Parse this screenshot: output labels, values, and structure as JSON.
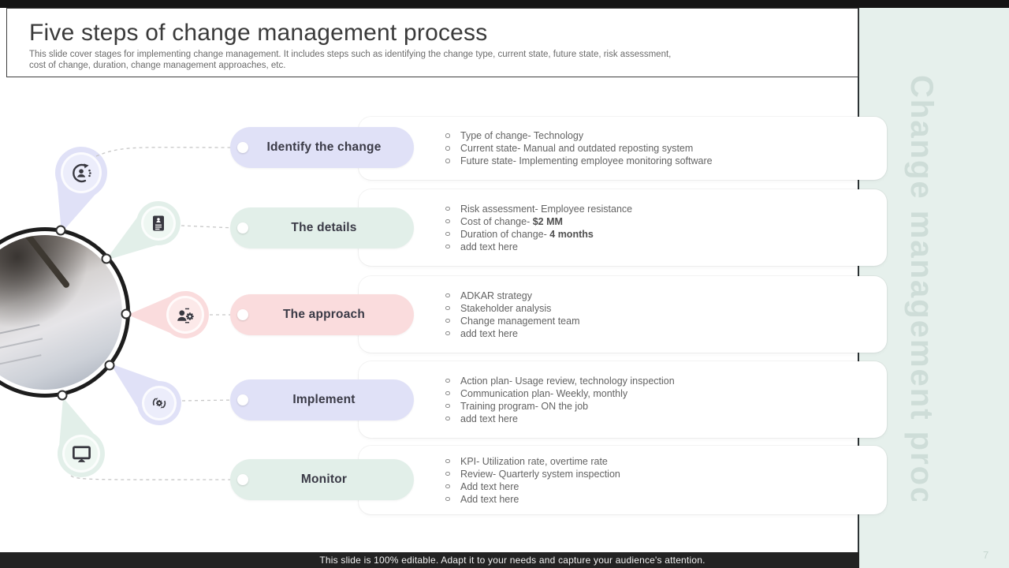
{
  "header": {
    "title": "Five steps of change management process",
    "subtitle": "This slide cover stages for implementing change management. It includes steps such as identifying the change type, current state, future state, risk assessment,\ncost of change, duration, change management approaches, etc."
  },
  "steps": [
    {
      "label": "Identify the change",
      "icon": "user-cycle-icon",
      "theme": "lavender",
      "bullets": [
        {
          "text": "Type of change- Technology"
        },
        {
          "text": "Current state- Manual and outdated reposting system"
        },
        {
          "text": "Future state- Implementing employee monitoring software"
        }
      ]
    },
    {
      "label": "The details",
      "icon": "clipboard-list-icon",
      "theme": "mint",
      "bullets": [
        {
          "text": "Risk assessment- Employee resistance"
        },
        {
          "text": "Cost of change- ",
          "bold": "$2 MM"
        },
        {
          "text": "Duration of change-   ",
          "bold": "4 months"
        },
        {
          "text": "add text here"
        }
      ]
    },
    {
      "label": "The approach",
      "icon": "person-gear-icon",
      "theme": "pink",
      "bullets": [
        {
          "text": "ADKAR strategy"
        },
        {
          "text": "Stakeholder analysis"
        },
        {
          "text": "Change management team"
        },
        {
          "text": "add text here"
        }
      ]
    },
    {
      "label": "Implement",
      "icon": "gear-sync-icon",
      "theme": "lavender",
      "bullets": [
        {
          "text": "Action plan- Usage review, technology inspection"
        },
        {
          "text": "Communication plan- Weekly, monthly"
        },
        {
          "text": "Training program- ON the job"
        },
        {
          "text": "add text here"
        }
      ]
    },
    {
      "label": "Monitor",
      "icon": "monitor-icon",
      "theme": "mint",
      "bullets": [
        {
          "text": "KPI- Utilization rate, overtime rate"
        },
        {
          "text": "Review- Quarterly system inspection"
        },
        {
          "text": "Add text here"
        },
        {
          "text": "Add text here"
        }
      ]
    }
  ],
  "side_panel": {
    "watermark": "Change management process",
    "page_number": "7"
  },
  "footer": {
    "note": "This slide is 100% editable. Adapt it to your needs and capture your audience's attention."
  },
  "colors": {
    "lavender": "#E0E1F7",
    "lavender_inner": "#ECEDFB",
    "mint": "#E2EFE9",
    "mint_inner": "#EEF7F2",
    "pink": "#FADCDD",
    "pink_inner": "#FCE9E9",
    "panel": "#E6F0EC",
    "bar_dark": "#232323"
  }
}
